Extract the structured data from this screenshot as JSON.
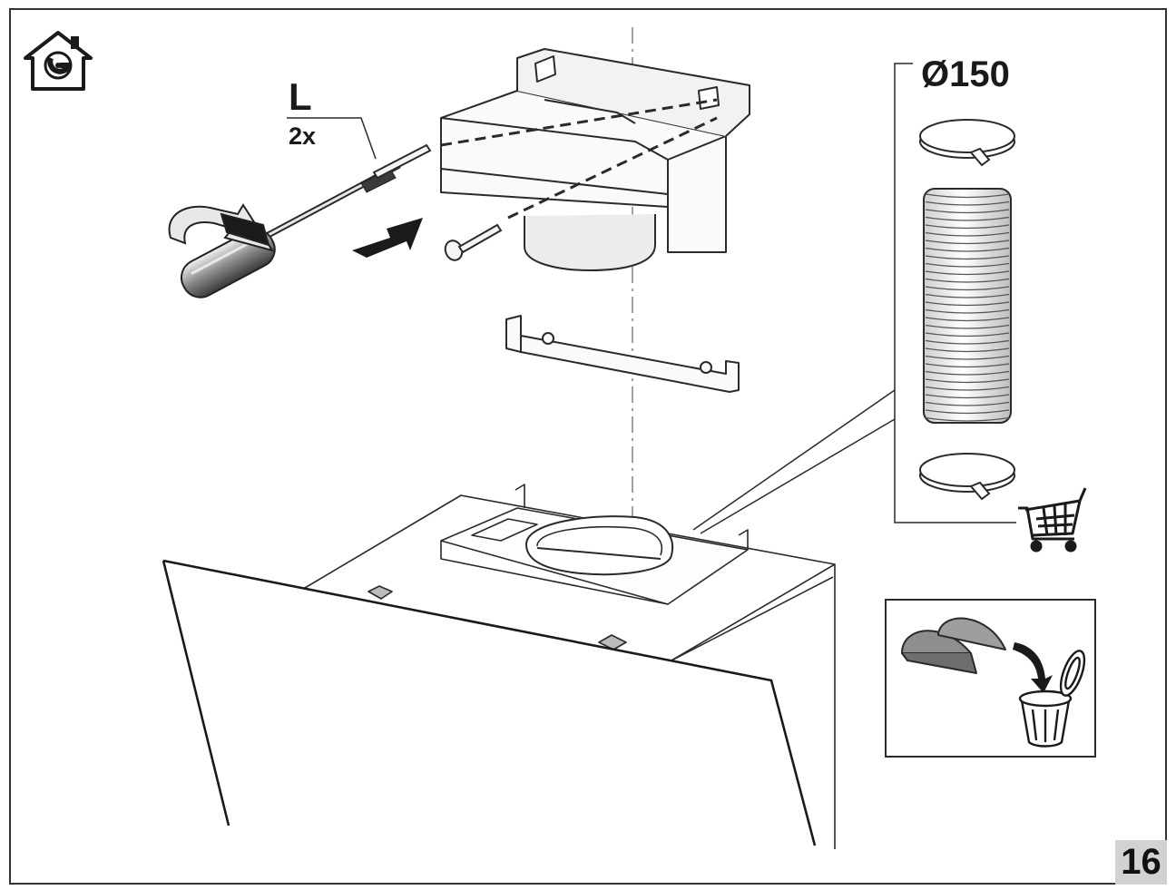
{
  "labels": {
    "screw_length": "L",
    "screw_count": "2x",
    "duct_diameter": "Ø150",
    "page_number": "16"
  },
  "icons": {
    "corner": "ducted-extraction-house-icon",
    "tool": "screwdriver-icon",
    "rotation": "rotate-arrow-icon",
    "direction": "push-arrow-icon",
    "purchase": "shopping-cart-icon",
    "disposal": "trash-bin-icon"
  },
  "colors": {
    "line": "#2a2a2a",
    "grey_fill": "#9a9a9a",
    "page_box": "#d2d2d2"
  }
}
